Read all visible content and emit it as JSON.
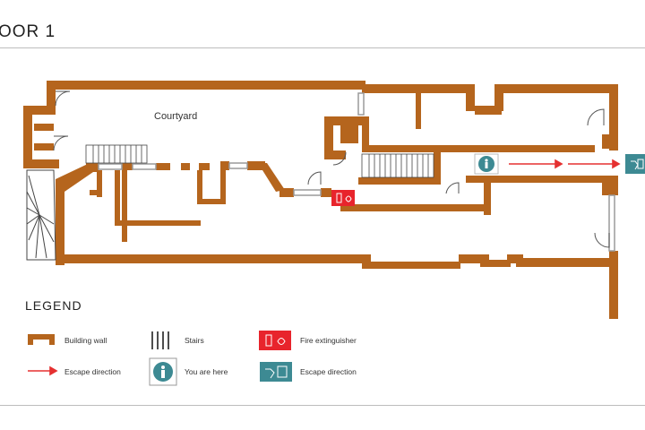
{
  "floor_title": "OOR 1",
  "courtyard_label": "Courtyard",
  "legend": {
    "title": "LEGEND",
    "items": [
      {
        "label": "Building wall",
        "icon": "building-wall-icon"
      },
      {
        "label": "Stairs",
        "icon": "stairs-icon"
      },
      {
        "label": "Fire extinguisher",
        "icon": "fire-extinguisher-icon"
      },
      {
        "label": "Escape direction",
        "icon": "escape-arrow-icon"
      },
      {
        "label": "You are here",
        "icon": "you-are-here-icon"
      },
      {
        "label": "Escape direction",
        "icon": "exit-sign-icon"
      }
    ]
  },
  "colors": {
    "wall": "#b5651d",
    "escape_arrow": "#e53030",
    "extinguisher": "#e8242c",
    "marker": "#3d8a93"
  }
}
